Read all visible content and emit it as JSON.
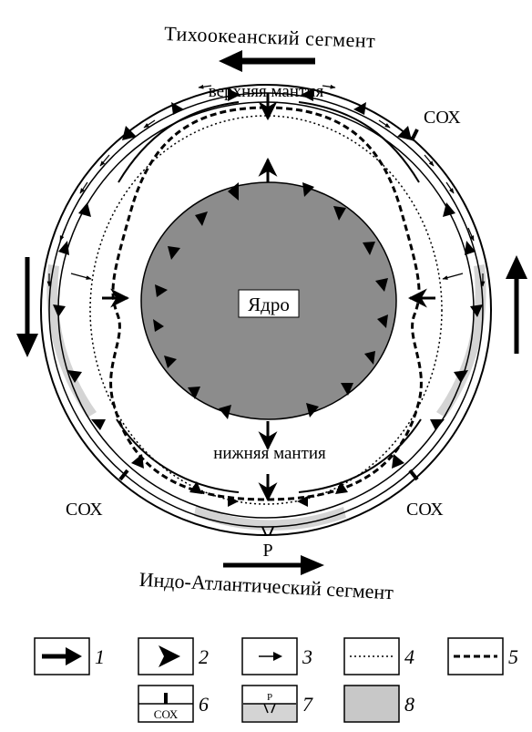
{
  "labels": {
    "top_segment": "Тихоокеанский сегмент",
    "bottom_segment": "Индо-Атлантический сегмент",
    "upper_mantle": "верхняя мантия",
    "lower_mantle": "нижняя мантия",
    "core": "Ядро",
    "mor_top_right": "СОХ",
    "mor_bottom_left": "СОХ",
    "mor_bottom_right": "СОХ",
    "p_marker": "Р"
  },
  "legend": [
    {
      "num": "1",
      "icon": "large-arrow-icon"
    },
    {
      "num": "2",
      "icon": "arrowhead-icon"
    },
    {
      "num": "3",
      "icon": "small-arrow-icon"
    },
    {
      "num": "4",
      "icon": "fine-dotted-line-icon"
    },
    {
      "num": "5",
      "icon": "bold-dashed-line-icon"
    },
    {
      "num": "6",
      "icon": "mid-ocean-ridge-icon",
      "text": "СОХ"
    },
    {
      "num": "7",
      "icon": "p-marker-icon",
      "text": "Р"
    },
    {
      "num": "8",
      "icon": "gray-fill-icon"
    }
  ],
  "colors": {
    "core": "#8c8c8c",
    "band": "#d4d4d4",
    "ink": "#000000"
  }
}
